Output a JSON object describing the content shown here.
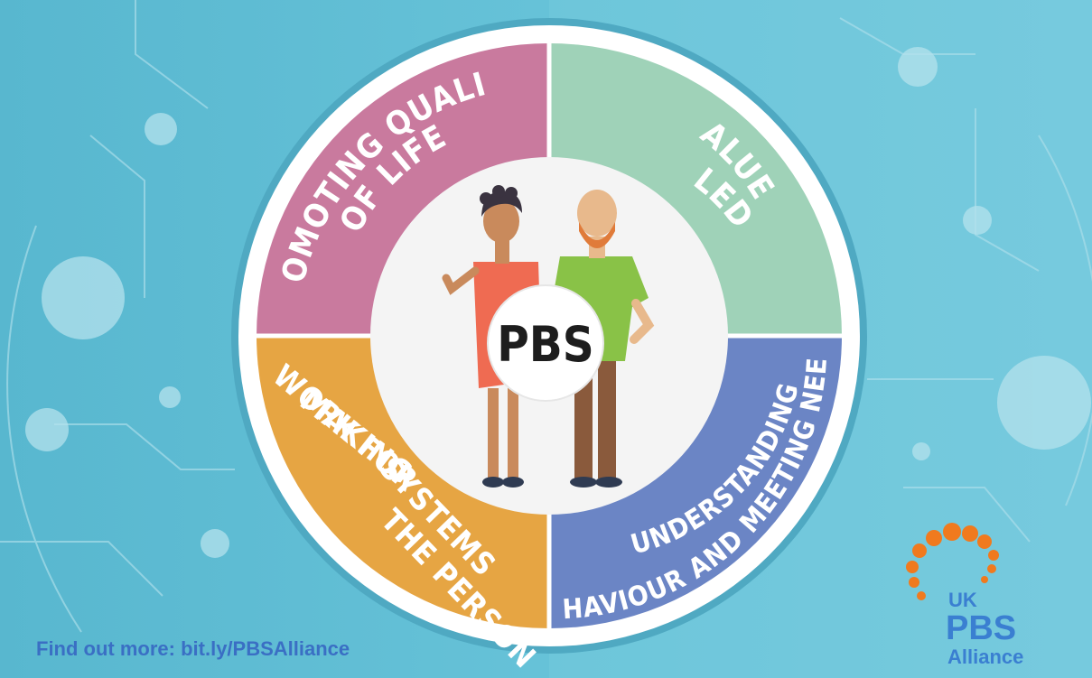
{
  "center": {
    "label": "PBS"
  },
  "quadrants": {
    "top_left": {
      "lines": [
        "PROMOTING QUALITY",
        "OF LIFE"
      ]
    },
    "top_right": {
      "lines": [
        "VALUES",
        "LED"
      ]
    },
    "bottom_left": {
      "lines": [
        "MAKING",
        "SYSTEMS",
        "WORK FOR",
        "THE PERSON"
      ]
    },
    "bottom_right": {
      "lines": [
        "UNDERSTANDING",
        "BEHAVIOUR AND MEETING NEEDS"
      ]
    }
  },
  "footer": {
    "link_text": "Find out more: bit.ly/PBSAlliance"
  },
  "logo": {
    "line1": "UK",
    "line2": "PBS",
    "line3": "Alliance"
  },
  "colors": {
    "background": "#5fbcd3",
    "pink": "#c97a9e",
    "green": "#9fd2b8",
    "orange": "#e6a543",
    "blue": "#6b85c5",
    "link": "#3a6fc4",
    "logo_orange": "#f07a1e",
    "logo_blue": "#3a7fd1"
  },
  "icons": {
    "people": "two-people-illustration",
    "logo_mark": "dotted-arc-logo"
  }
}
